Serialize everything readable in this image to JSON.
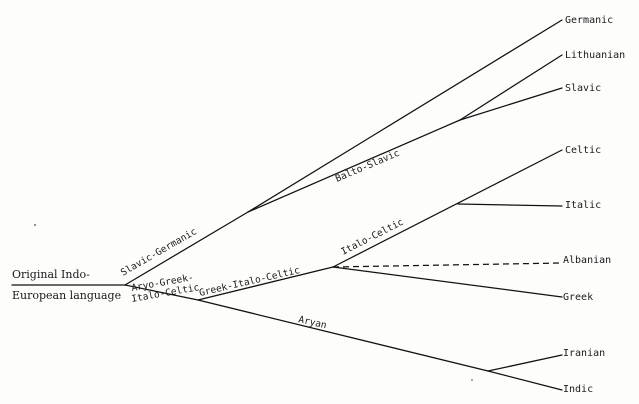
{
  "root_label": {
    "line1": "Original Indo-",
    "line2": "European language"
  },
  "branch_labels": {
    "slavic_germanic": "Slavic-Germanic",
    "balto_slavic": "Balto-Slavic",
    "aryo_greek": "Aryo-Greek-",
    "italo_celtic_lower": "Italo-Celtic",
    "greek_italo_celtic": "Greek-Italo-Celtic",
    "italo_celtic": "Italo-Celtic",
    "aryan": "Aryan"
  },
  "leaves": {
    "germanic": "Germanic",
    "lithuanian": "Lithuanian",
    "slavic": "Slavic",
    "celtic": "Celtic",
    "italic": "Italic",
    "albanian": "Albanian",
    "greek": "Greek",
    "iranian": "Iranian",
    "indic": "Indic"
  },
  "colors": {
    "ink": "#111111",
    "paper": "#fdfdfc"
  }
}
